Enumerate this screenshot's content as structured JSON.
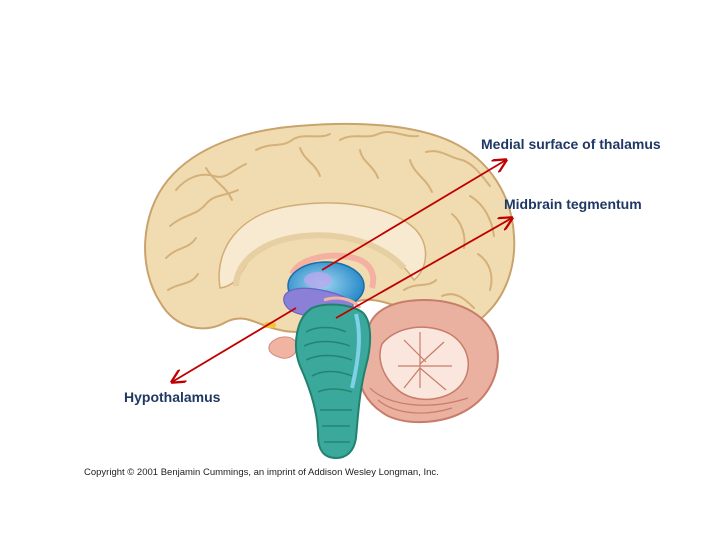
{
  "labels": {
    "thalamus": "Medial surface of thalamus",
    "midbrain": "Midbrain tegmentum",
    "hypothalamus": "Hypothalamus"
  },
  "copyright": "Copyright © 2001 Benjamin Cummings, an imprint of Addison Wesley Longman, Inc.",
  "colors": {
    "label_text": "#1f3864",
    "arrow": "#c00000",
    "cortex": "#f0dcb0",
    "cortex_shadow": "#d8b27a",
    "thalamus": "#3aa0d8",
    "hypothalamus": "#8a80d8",
    "brainstem": "#3aa89a",
    "cerebellum": "#e8a896"
  }
}
